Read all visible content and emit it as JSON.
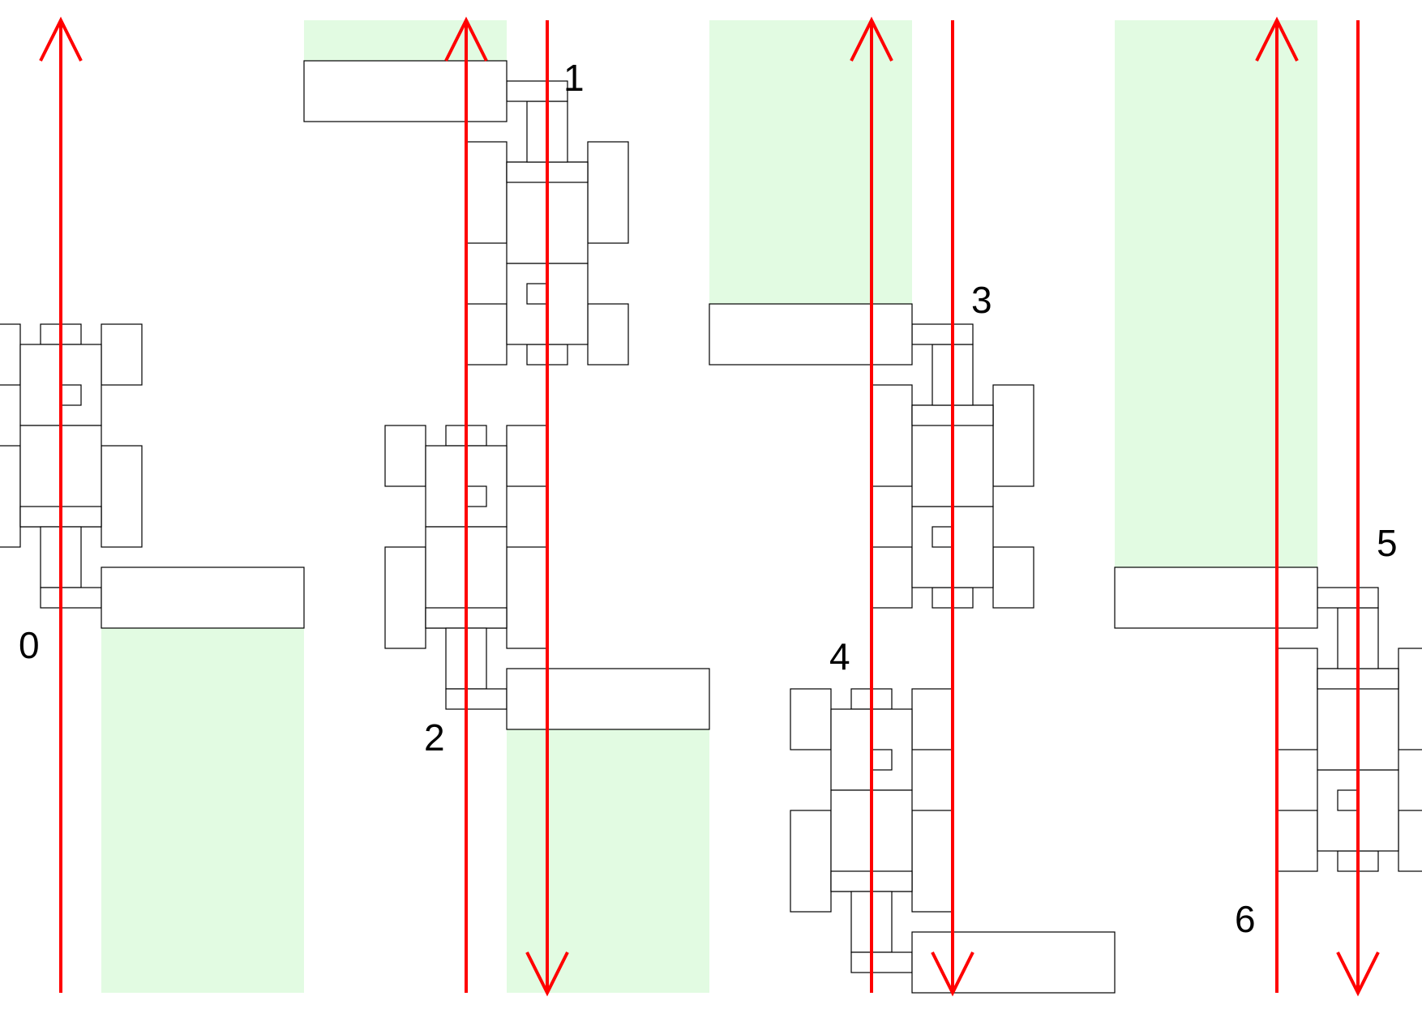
{
  "figure": {
    "step_labels": [
      "0",
      "1",
      "2",
      "3",
      "4",
      "5",
      "6"
    ]
  },
  "colors": {
    "worked_strip": "#e2fbe2",
    "pass_arrow": "#ff0000",
    "outline": "#000000",
    "background": "#ffffff"
  }
}
